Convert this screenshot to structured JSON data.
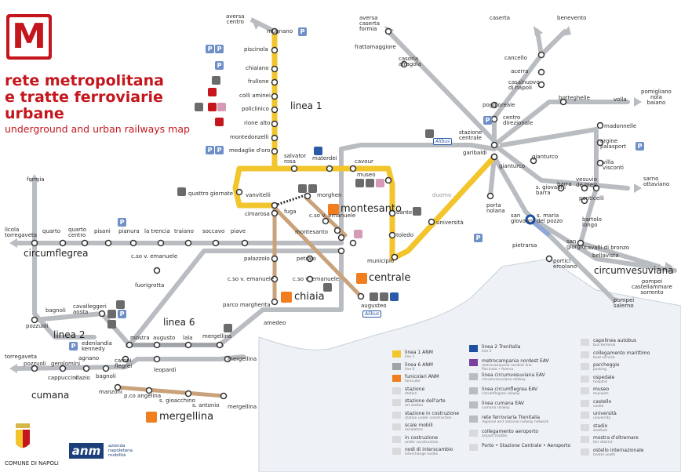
{
  "header": {
    "title_lines": [
      "rete metropolitana",
      "e tratte ferroviarie",
      "urbane"
    ],
    "subtitle": "underground and urban railways map",
    "logo_letter": "M"
  },
  "colors": {
    "linea1": "#f2c52d",
    "gray_line": "#b9bcc0",
    "linea6": "#a0a3a7",
    "title_red": "#c4161c",
    "funicular": "#f07d1e",
    "circumvesuviana_blue": "#8fa7d6",
    "water": "#dde6ef"
  },
  "line_names": {
    "linea1": "linea 1",
    "linea2": "linea 2",
    "linea6": "linea 6",
    "circumflegrea": "circumflegrea",
    "cumana": "cumana",
    "circumvesuviana": "circumvesuviana"
  },
  "funiculars": {
    "montesanto": "montesanto",
    "centrale": "centrale",
    "chiaia": "chiaia",
    "mergellina": "mergellina"
  },
  "stations": {
    "aversa_centro": "aversa\ncentro",
    "mugnano": "mugnano",
    "piscinola": "piscinola",
    "chiaiano": "chiaiano",
    "frullone": "frullone",
    "colli_aminei": "colli aminei",
    "policlinico": "policlinico",
    "rione_alto": "rione alto",
    "montedonzelli": "montedonzelli",
    "medaglie_doro": "medaglie d'oro",
    "salvator_rosa": "salvator\nrosa",
    "materdei": "materdei",
    "cavour": "cavour",
    "museo": "museo",
    "dante": "dante",
    "toledo": "toledo",
    "municipio": "municipio",
    "universita": "università",
    "duomo": "duomo",
    "garibaldi": "garibaldi",
    "quattro_giornate": "quattro giornate",
    "vanvitelli": "vanvitelli",
    "cimarosa": "cimarosa",
    "fuga": "fuga",
    "morghen": "morghen",
    "aversa_casaria": "aversa\ncaserta\nformia",
    "frattamaggiore": "frattamaggiore",
    "casoria": "casoria\nafragola",
    "caserta": "caserta",
    "benevento": "benevento",
    "cancello": "cancello",
    "acerra": "acerra",
    "casalnuovo": "casalnuovo\ndi napoli",
    "poggioreale": "poggioreale",
    "centro_dir": "centro\ndirezionale",
    "botteghelle": "botteghelle",
    "pomigliano": "pomigliano\nnola\nbaiano",
    "volla": "volla",
    "madonnelle": "madonnelle",
    "argine": "argine\npalasport",
    "villa_visconti": "villa\nvisconti",
    "sarno": "sarno\nottaviano",
    "stazione_centrale": "stazione\ncentrale",
    "gianturco": "gianturco",
    "gianturco2": "gianturco",
    "porta_nolana": "porta\nnolana",
    "barra": "barra",
    "vesuvio_de_meis": "vesuvio\nde meis",
    "ponticelli": "ponticelli",
    "s_giovanni": "san\ngiovanni",
    "s_giovanni_barra": "s. giovanni\nbarra",
    "s_maria_pozzo": "s. maria\ndel pozzo",
    "bartolo_longo": "bartolo\nlongo",
    "san_giorgio": "san\ngiorgio",
    "cavalli_di_bronzo": "cavalli di bronzo",
    "bellavista": "bellavista",
    "pietrarsa": "pietrarsa",
    "portici": "portici\nercolano",
    "pompei": "pompei\ncastellammare\nsorrento",
    "pompei_salerno": "pompei\nsalerno",
    "formia": "formia",
    "licola": "licola\ntorregaveta",
    "quarto": "quarto",
    "quarto_centro": "quarto\ncentro",
    "pisani": "pisani",
    "pianura": "pianura",
    "la_trencia": "la trencia",
    "traiano": "traiano",
    "soccavo": "soccavo",
    "piave": "piave",
    "montesanto_st": "montesanto",
    "cso_ve_1": "c.so v. emanuele",
    "cso_ve_2": "c.so v. emanuele",
    "cso_ve_3": "c.so v. emanuele",
    "cso_ve_4": "c.so v. emanuele",
    "fuorigrotta": "fuorigrotta",
    "palazzolo": "palazzolo",
    "petraio": "petraio",
    "parco_margherita": "parco margherita",
    "amedeo": "amedeo",
    "augusteo": "augusteo",
    "pozzuoli": "pozzuoli",
    "bagnoli": "bagnoli",
    "cavalleggeri": "cavalleggeri\naosta",
    "edenlandia": "edenlandia\nkennedy",
    "campi_flegrei": "campi\nflegrei",
    "mostra": "mostra",
    "augusto": "augusto",
    "lala": "lala",
    "mergellina_st": "mergellina",
    "mergellina_st2": "mergellina",
    "mergellina_st3": "mergellina",
    "leopardi": "leopardi",
    "torregaveta": "torregaveta",
    "pozzuoli2": "pozzuoli",
    "gerolomini": "gerolomini",
    "cappuccini": "cappuccini",
    "agnano": "agnano",
    "dazio": "dazio",
    "bagnoli2": "bagnoli",
    "manzoni": "manzoni",
    "pco_angelina": "p.co angelina",
    "s_gioacchino": "s. gioacchino",
    "s_antonio": "s. antonio"
  },
  "alibus_label": "Alibus",
  "legend": {
    "col1": [
      {
        "t": "linea 1 ANM",
        "s": "line 1",
        "color": "#f2c52d"
      },
      {
        "t": "linea 6 ANM",
        "s": "line 6",
        "color": "#a0a3a7"
      },
      {
        "t": "funicolari ANM",
        "s": "funicular",
        "color": "#f07d1e"
      },
      {
        "t": "stazione",
        "s": "station",
        "color": ""
      },
      {
        "t": "stazione dell'arte",
        "s": "art station",
        "color": ""
      },
      {
        "t": "stazione in costruzione",
        "s": "station under construction",
        "color": ""
      },
      {
        "t": "scale mobili",
        "s": "escalators",
        "color": ""
      },
      {
        "t": "in costruzione",
        "s": "under construction",
        "color": ""
      },
      {
        "t": "nodi di interscambio",
        "s": "interchange nodes",
        "color": ""
      }
    ],
    "col2": [
      {
        "t": "linea 2 Trenitalia",
        "s": "line 2",
        "color": "#1f4fa3"
      },
      {
        "t": "metrocampania nordest EAV",
        "s": "metrocampania nordest line\nPiscinola • Aversa",
        "color": "#7b3fa0"
      },
      {
        "t": "linea circumvesuviana EAV",
        "s": "circumvesuviana railway",
        "color": "#b9bcc0"
      },
      {
        "t": "linea circumflegrea EAV",
        "s": "circumflegrea railway",
        "color": "#b9bcc0"
      },
      {
        "t": "linea cumana EAV",
        "s": "cumana railway",
        "color": "#b9bcc0"
      },
      {
        "t": "rete ferroviaria Trenitalia",
        "s": "regional and national railway network",
        "color": "#b9bcc0"
      },
      {
        "t": "collegamento aeroporto",
        "s": "airport shuttle",
        "color": ""
      },
      {
        "t": "Porto • Stazione Centrale • Aeroporto",
        "s": "",
        "color": ""
      }
    ],
    "col3": [
      {
        "t": "capolinea autobus",
        "s": "bus terminal"
      },
      {
        "t": "collegamento marittimo",
        "s": "boat service"
      },
      {
        "t": "parcheggio",
        "s": "parking"
      },
      {
        "t": "ospedale",
        "s": "hospital"
      },
      {
        "t": "museo",
        "s": "museum"
      },
      {
        "t": "castello",
        "s": "castle"
      },
      {
        "t": "università",
        "s": "university"
      },
      {
        "t": "stadio",
        "s": "stadium"
      },
      {
        "t": "mostra d'oltremare",
        "s": "fair district"
      },
      {
        "t": "ostello internazionale",
        "s": "hostel youth"
      }
    ]
  },
  "anm": {
    "logo": "anm",
    "sub": "azienda\nnapoletana\nmobilità"
  },
  "comune": "COMUNE DI NAPOLI"
}
